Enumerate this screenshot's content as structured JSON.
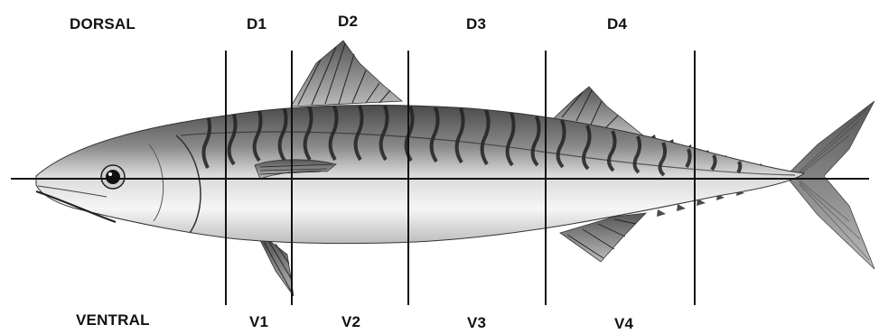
{
  "labels": {
    "dorsal": "DORSAL",
    "ventral": "VENTRAL",
    "dorsal_zones": [
      "D1",
      "D2",
      "D3",
      "D4"
    ],
    "ventral_zones": [
      "V1",
      "V2",
      "V3",
      "V4"
    ]
  },
  "colors": {
    "line": "#111111",
    "fish_back": "#6f6f6f",
    "fish_belly": "#f2f2f2",
    "stripes": "#2a2a2a"
  }
}
